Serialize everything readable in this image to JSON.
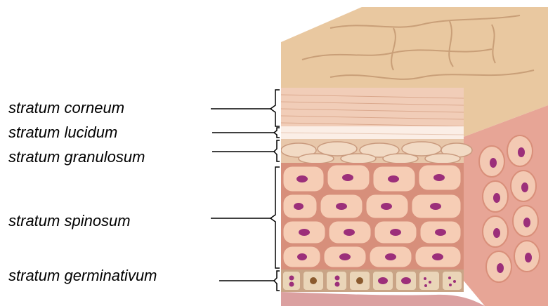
{
  "diagram": {
    "layers": [
      {
        "id": "corneum",
        "label": "stratum corneum"
      },
      {
        "id": "lucidum",
        "label": "stratum lucidum"
      },
      {
        "id": "granulosum",
        "label": "stratum granulosum"
      },
      {
        "id": "spinosum",
        "label": "stratum spinosum"
      },
      {
        "id": "germinativum",
        "label": "stratum germinativum"
      }
    ],
    "colors": {
      "surface": "#e8c79e",
      "corneum": "#f1cdb8",
      "lucidum": "#fbeee6",
      "granulosum": "#e8c7aa",
      "spinosum_cell": "#f6cdb5",
      "spinosum_border": "#d78f7b",
      "nucleus": "#9c2f7a",
      "germinativum": "#ead5b8",
      "base": "#dba0a0"
    }
  }
}
